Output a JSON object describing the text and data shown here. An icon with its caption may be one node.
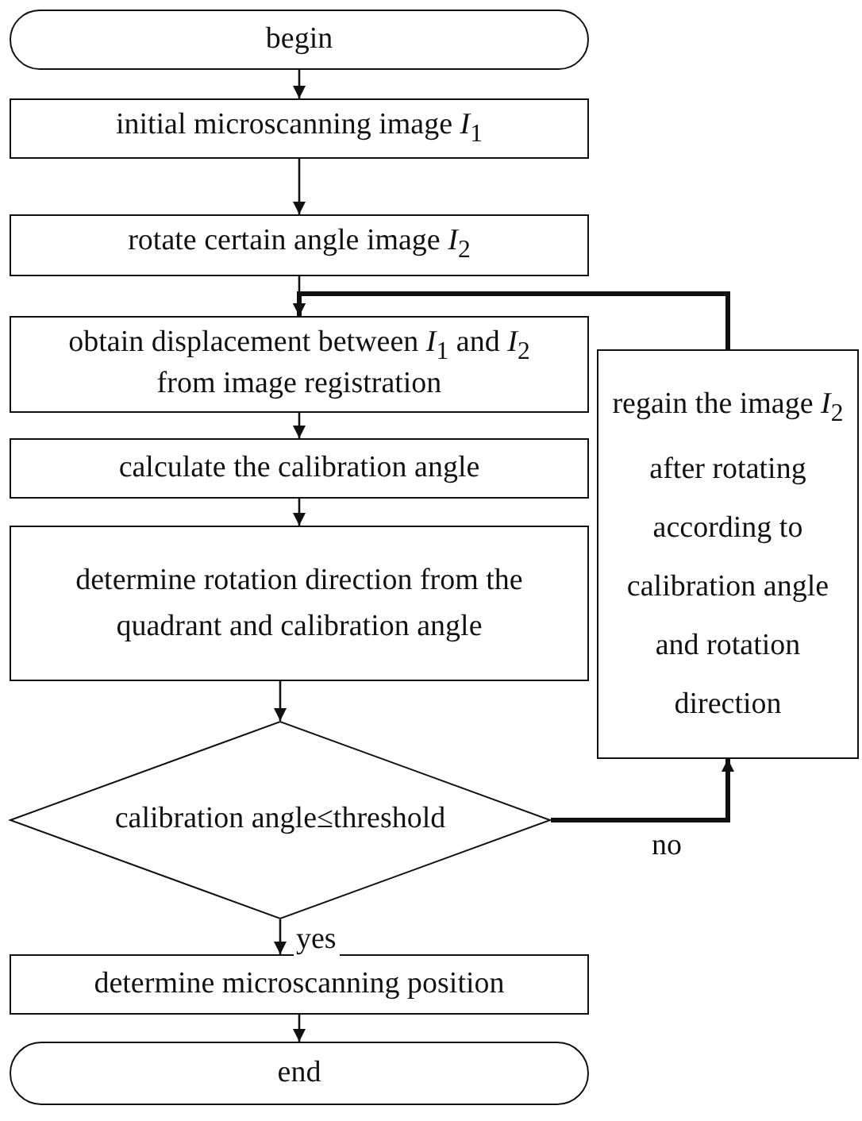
{
  "diagram": {
    "nodes": [
      {
        "text": [
          "begin"
        ]
      },
      {
        "text": [
          "initial microscanning image *I*$_{1}$"
        ]
      },
      {
        "text": [
          "rotate certain angle image *I*$_{2}$"
        ]
      },
      {
        "text": [
          "obtain displacement between *I*$_{1}$ and *I*$_{2}$ from image registration"
        ]
      },
      {
        "text": [
          "calculate the calibration angle"
        ]
      },
      {
        "text": [
          "determine rotation direction from the quadrant and calibration angle"
        ]
      },
      {
        "text": [
          "calibration angle≤threshold"
        ]
      },
      {
        "text": [
          "determine microscanning position"
        ]
      },
      {
        "text": [
          "end"
        ]
      },
      {
        "text": [
          "regain the image *I*$_{2}$ after rotating according to calibration angle and rotation direction"
        ]
      }
    ],
    "edges": [
      {
        "from": 0,
        "to": 1,
        "arrow": "to"
      },
      {
        "from": 1,
        "to": 2,
        "arrow": "to"
      },
      {
        "from": 2,
        "to": 3,
        "arrow": "to"
      },
      {
        "from": 3,
        "to": 4,
        "arrow": "to"
      },
      {
        "from": 4,
        "to": 5,
        "arrow": "to"
      },
      {
        "from": 5,
        "to": 6,
        "arrow": "to"
      },
      {
        "from": 6,
        "to": 7,
        "arrow": "to",
        "label": "yes"
      },
      {
        "from": 7,
        "to": 8,
        "arrow": "to"
      },
      {
        "from": 6,
        "to": 9,
        "arrow": "to",
        "label": "no",
        "style": "thick"
      },
      {
        "from": 9,
        "to": 3,
        "arrow": "to",
        "style": "thick"
      }
    ]
  }
}
